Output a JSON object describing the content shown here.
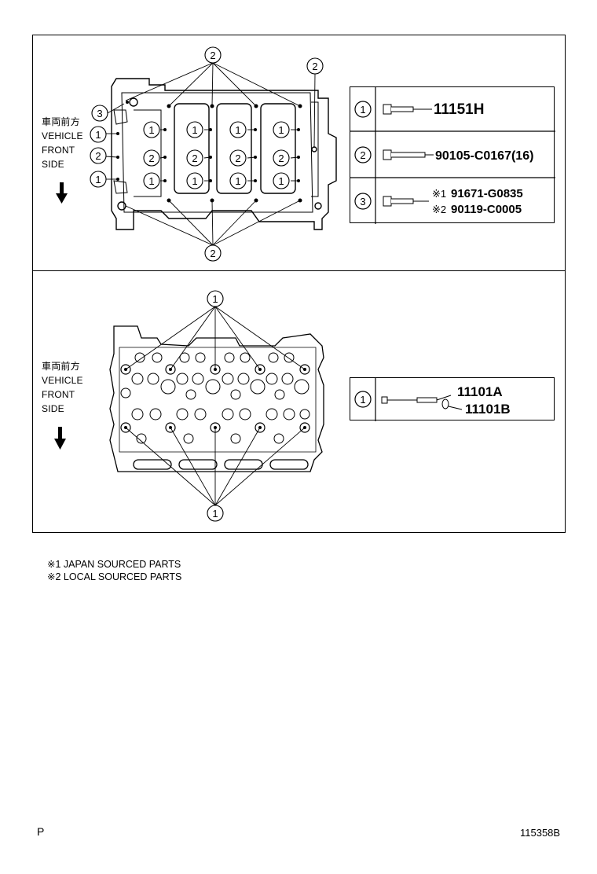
{
  "upper_panel": {
    "side_label": {
      "jp": "車両前方",
      "l1": "VEHICLE",
      "l2": "FRONT",
      "l3": "SIDE"
    },
    "callouts": [
      "1",
      "2",
      "3"
    ],
    "parts": [
      {
        "ref": "1",
        "number": "11151H"
      },
      {
        "ref": "2",
        "number": "90105-C0167(16)"
      },
      {
        "ref": "3",
        "number_japan": "91671-G0835",
        "number_local": "90119-C0005",
        "mark_japan": "※1",
        "mark_local": "※2"
      }
    ]
  },
  "lower_panel": {
    "side_label": {
      "jp": "車両前方",
      "l1": "VEHICLE",
      "l2": "FRONT",
      "l3": "SIDE"
    },
    "callouts": [
      "1"
    ],
    "parts": [
      {
        "ref": "1",
        "number_a": "11101A",
        "number_b": "11101B"
      }
    ]
  },
  "notes": [
    "※1 JAPAN SOURCED PARTS",
    "※2 LOCAL SOURCED PARTS"
  ],
  "footer": {
    "left": "P",
    "right": "115358B"
  }
}
